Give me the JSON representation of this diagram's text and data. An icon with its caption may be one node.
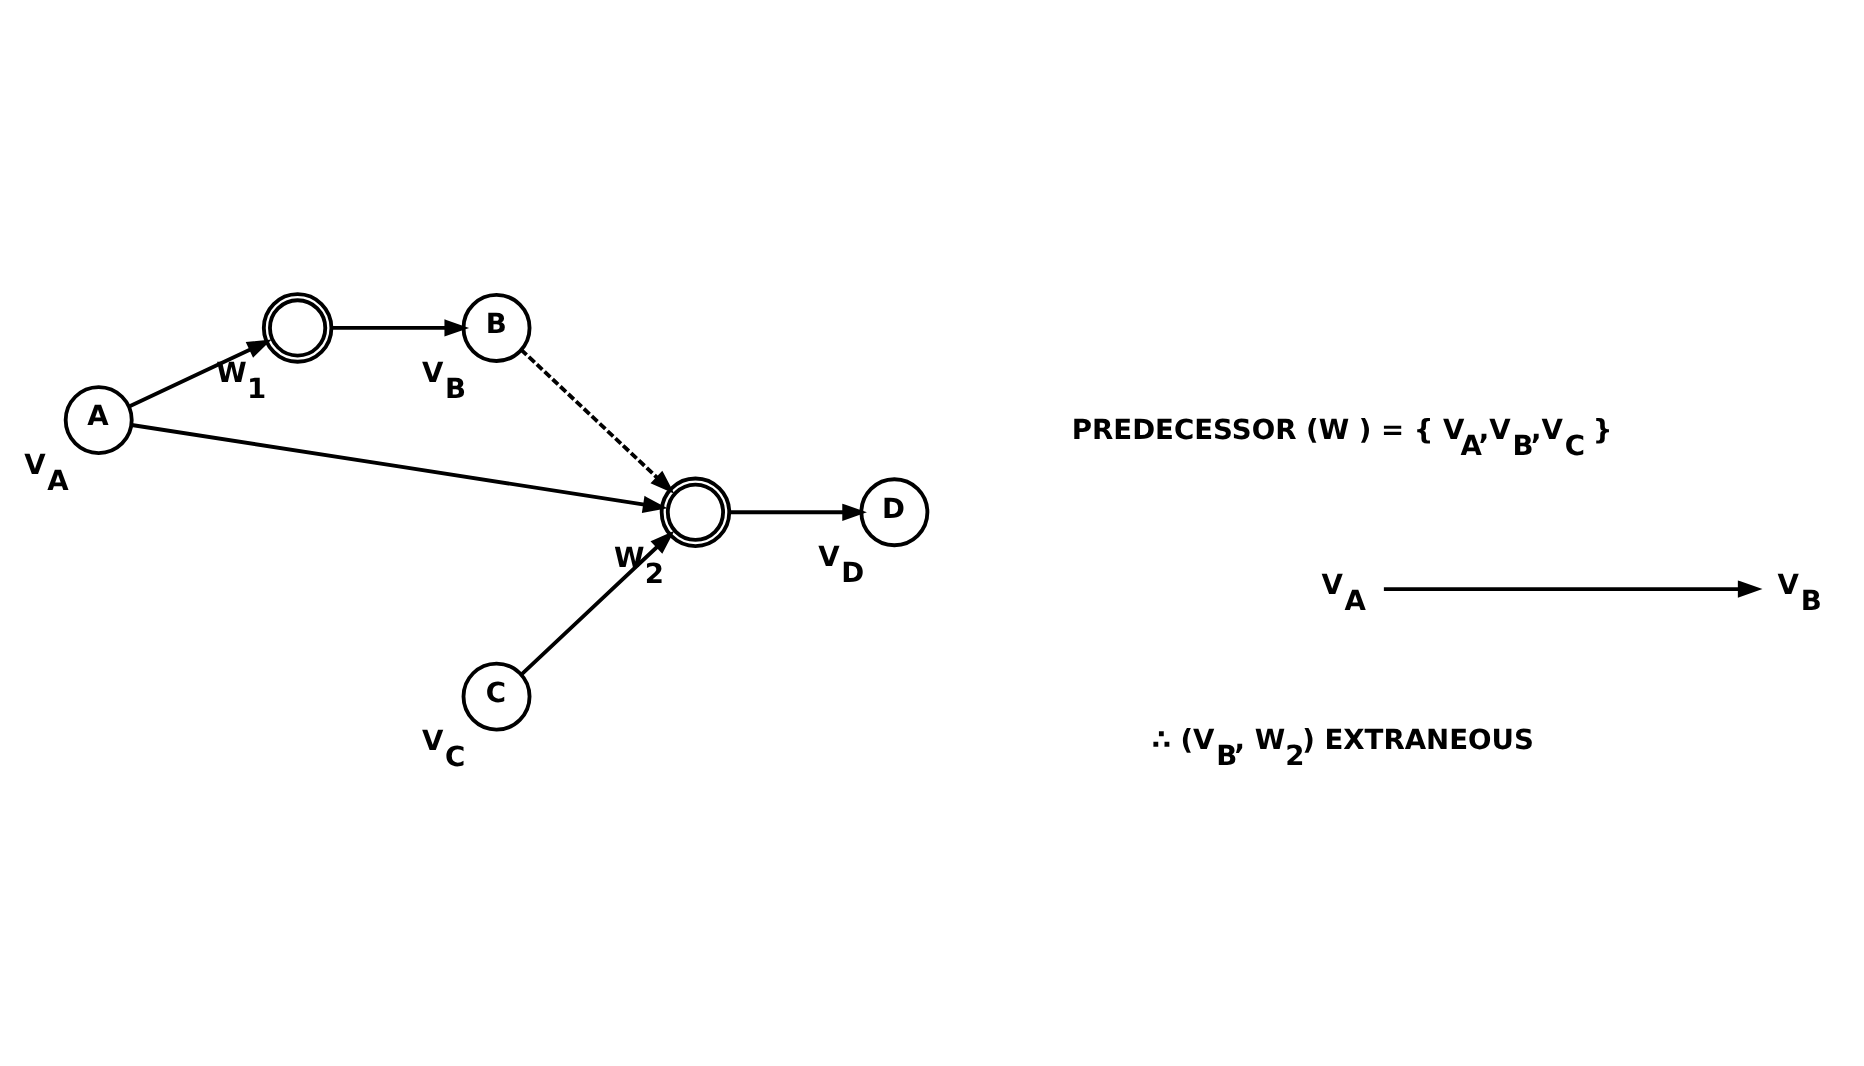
{
  "diagram": {
    "nodes": [
      {
        "text": [
          "A"
        ],
        "beside": [
          "V$_{A}$"
        ]
      },
      {
        "text": [],
        "shape": "circle",
        "beside": [
          "W$_{1}$"
        ]
      },
      {
        "text": [
          "B"
        ],
        "beside": [
          "V$_{B}$"
        ]
      },
      {
        "text": [],
        "shape": "circle",
        "beside": [
          "W$_{2}$"
        ]
      },
      {
        "text": [
          "D"
        ],
        "beside": [
          "V$_{D}$"
        ]
      },
      {
        "text": [
          "C"
        ],
        "beside": [
          "V$_{C}$"
        ]
      },
      {
        "text": [
          "V$_{A}$"
        ]
      },
      {
        "text": [
          "V$_{B}$"
        ]
      }
    ],
    "edges": [
      {
        "from": 0,
        "to": 1,
        "arrow": "to"
      },
      {
        "from": 0,
        "to": 3,
        "arrow": "to"
      },
      {
        "from": 1,
        "to": 2,
        "arrow": "to"
      },
      {
        "from": 2,
        "to": 3,
        "arrow": "to",
        "style": "dashed"
      },
      {
        "from": 3,
        "to": 4,
        "arrow": "to"
      },
      {
        "from": 5,
        "to": 3,
        "arrow": "to"
      },
      {
        "from": 6,
        "to": 7,
        "arrow": "to"
      }
    ],
    "labels": [
      "PREDECESSOR (W ) = { V$_{A}$,V$_{B}$,V$_{C}$ }",
      "∴ (V$_{B}$, W$_{2}$) EXTRANEOUS"
    ]
  }
}
